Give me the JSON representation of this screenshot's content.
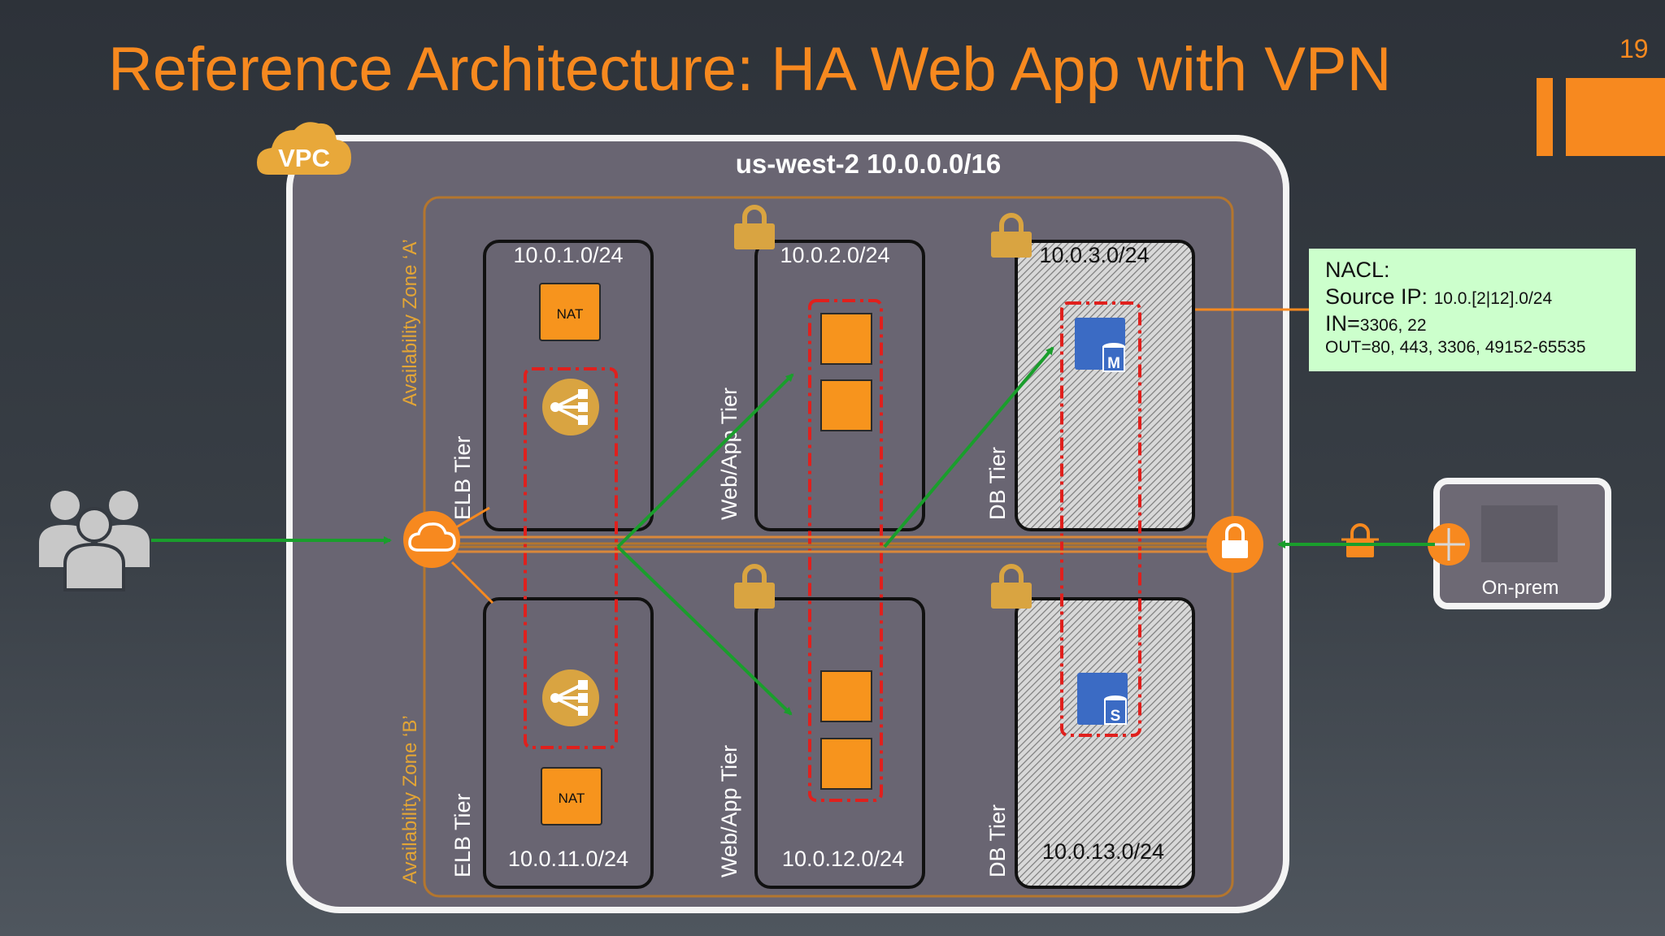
{
  "title": "Reference Architecture: HA Web App with VPN",
  "page_number": "19",
  "vpc": {
    "badge": "VPC",
    "region_label": "us-west-2  10.0.0.0/16"
  },
  "zones": {
    "a": "Availability Zone ‘A’",
    "b": "Availability Zone ‘B’"
  },
  "tiers": {
    "elb": "ELB Tier",
    "web_app": "Web/App Tier",
    "db": "DB Tier"
  },
  "subnets": {
    "a_elb": "10.0.1.0/24",
    "a_web": "10.0.2.0/24",
    "a_db": "10.0.3.0/24",
    "b_elb": "10.0.11.0/24",
    "b_web": "10.0.12.0/24",
    "b_db": "10.0.13.0/24"
  },
  "nat_label": "NAT",
  "db_badges": {
    "master": "M",
    "standby": "S"
  },
  "nacl": {
    "heading": "NACL:",
    "source_label": "Source IP: ",
    "source_value": "10.0.[2|12].0/24",
    "in_label": "IN=",
    "in_value": "3306, 22",
    "out_line": "OUT=80, 443, 3306, 49152-65535"
  },
  "on_prem_label": "On-prem",
  "icons": [
    "users-icon",
    "internet-gateway-icon",
    "elb-icon",
    "nat-instance",
    "ec2-instance",
    "rds-master-icon",
    "rds-standby-icon",
    "lock-icon",
    "vpn-gateway-icon",
    "customer-gateway-icon",
    "router-icon",
    "vpc-cloud-badge"
  ],
  "colors": {
    "accent": "#f7891f",
    "arrow": "#1a9e2c",
    "dashed_group": "#e0201d",
    "lock": "#d9a441",
    "nacl_background": "#ccffcc",
    "db_icon": "#3b6bc4"
  }
}
